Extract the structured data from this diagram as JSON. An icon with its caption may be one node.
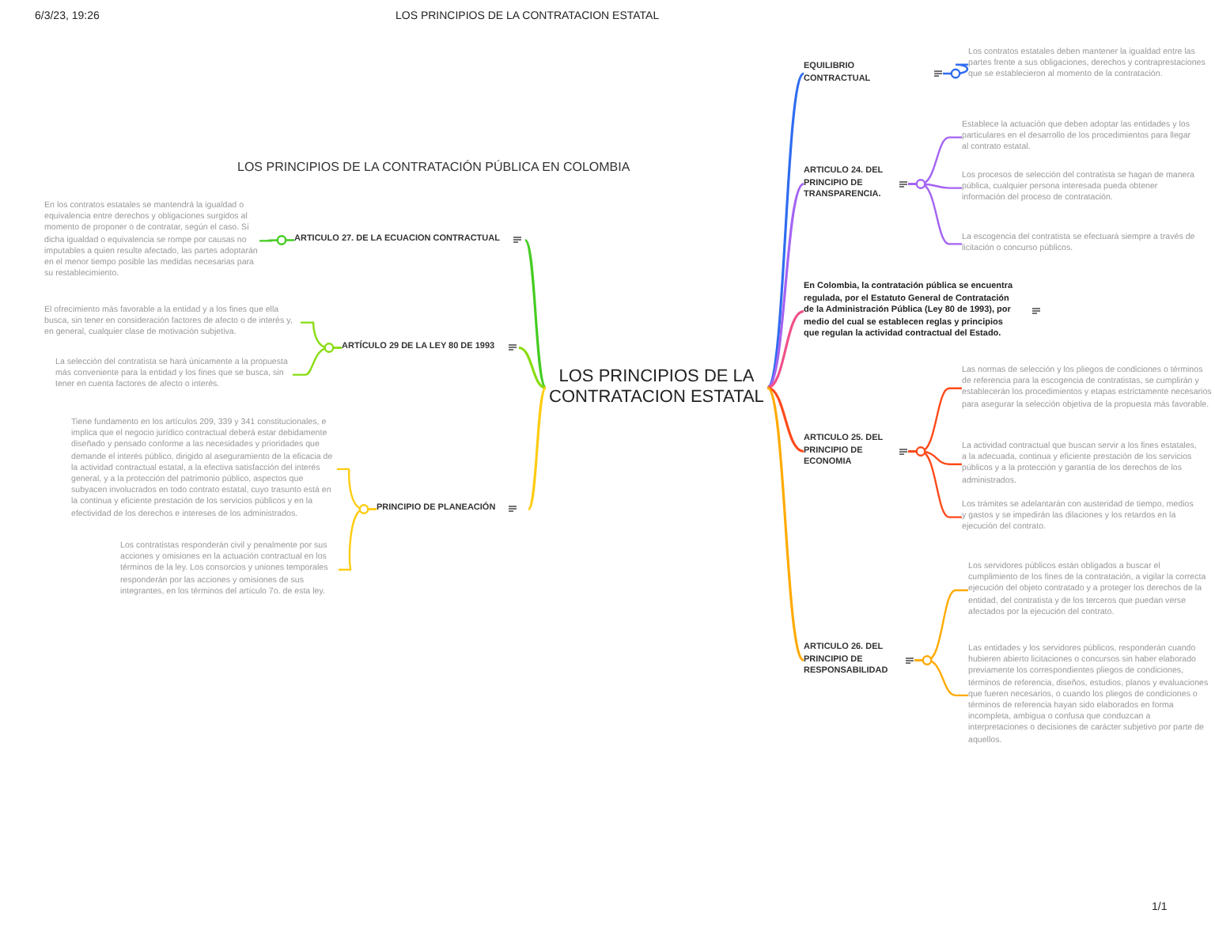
{
  "diagram": {
    "nodes": [
      {
        "text": [
          "LOS PRINCIPIOS DE LA CONTRATACION ESTATAL"
        ]
      },
      {
        "text": [
          "EQUILIBRIO CONTRACTUAL"
        ]
      },
      {
        "text": [
          "Los contratos estatales deben mantener la igualdad entre las partes frente a sus obligaciones, derechos y contraprestaciones que se establecieron al momento de la contratación."
        ]
      },
      {
        "text": [
          "ARTICULO 24. DEL PRINCIPIO DE TRANSPARENCIA."
        ]
      },
      {
        "text": [
          "Establece la actuación que deben adoptar las entidades y los particulares en el desarrollo de los procedimientos para llegar al contrato estatal."
        ]
      },
      {
        "text": [
          "Los procesos de selección del contratista se hagan de manera pública, cualquier persona interesada pueda obtener información del proceso de contratación."
        ]
      },
      {
        "text": [
          "La escogencia del contratista se efectuará siempre a través de licitación o concurso públicos."
        ]
      },
      {
        "text": [
          "En Colombia, la contratación pública se encuentra regulada, por el Estatuto General de Contratación de la Administración Pública (Ley 80 de 1993), por medio del cual se establecen reglas y principios que regulan la actividad contractual del Estado."
        ]
      },
      {
        "text": [
          "ARTICULO 25. DEL PRINCIPIO DE ECONOMIA"
        ]
      },
      {
        "text": [
          "Las normas de selección y los pliegos de condiciones o términos de referencia para la escogencia de contratistas, se cumplirán y establecerán los procedimientos y etapas estrictamente necesarios para asegurar la selección objetiva de la propuesta más favorable."
        ]
      },
      {
        "text": [
          "La actividad contractual que buscan servir a los fines estatales, a la adecuada, continua y eficiente prestación de los servicios públicos y a la protección y garantía de los derechos de los administrados."
        ]
      },
      {
        "text": [
          "Los trámites se adelantarán con austeridad de tiempo, medios y gastos y se impedirán las dilaciones y los retardos en la ejecución del contrato."
        ]
      },
      {
        "text": [
          "ARTICULO 26. DEL PRINCIPIO DE RESPONSABILIDAD"
        ]
      },
      {
        "text": [
          "Los servidores públicos están obligados a buscar el cumplimiento de los fines de la contratación, a vigilar la correcta ejecución del objeto contratado y a proteger los derechos de la entidad, del contratista y de los terceros que puedan verse afectados por la ejecución del contrato."
        ]
      },
      {
        "text": [
          "Las entidades y los servidores públicos, responderán cuando hubieren abierto licitaciones o concursos sin haber elaborado previamente los correspondientes pliegos de condiciones, términos de referencia, diseños, estudios, planos y evaluaciones que fueren necesarios, o cuando los pliegos de condiciones o términos de referencia hayan sido elaborados en forma incompleta, ambigua o confusa que conduzcan a interpretaciones o decisiones de carácter subjetivo por parte de aquellos."
        ]
      },
      {
        "text": [
          "ARTICULO 27. DE LA ECUACION CONTRACTUAL"
        ]
      },
      {
        "text": [
          "En los contratos estatales se mantendrá la igualdad o equivalencia entre derechos y obligaciones surgidos al momento de proponer o de contratar, según el caso. Si dicha igualdad o equivalencia se rompe por causas no imputables a quien resulte afectado, las partes adoptarán en el menor tiempo posible las medidas necesarias para su restablecimiento."
        ]
      },
      {
        "text": [
          "ARTÍCULO 29 DE LA LEY 80 DE 1993"
        ]
      },
      {
        "text": [
          "El ofrecimiento más favorable a la entidad y a los fines que ella busca, sin tener en consideración factores de afecto o de interés y, en general, cualquier clase de motivación subjetiva."
        ]
      },
      {
        "text": [
          "La selección del contratista se hará únicamente a la propuesta más conveniente para la entidad y los fines que se busca, sin tener en cuenta factores de afecto o interés."
        ]
      },
      {
        "text": [
          "PRINCIPIO DE PLANEACIÓN"
        ]
      },
      {
        "text": [
          "Tiene fundamento en los artículos 209, 339 y 341 constitucionales, e implica que el negocio jurídico contractual deberá estar debidamente diseñado y pensado conforme a las necesidades y prioridades que demande el interés público, dirigido al aseguramiento de la eficacia de la actividad contractual estatal, a la efectiva satisfacción del interés general, y a la protección del patrimonio público, aspectos que subyacen involucrados en todo contrato estatal, cuyo trasunto está en la continua y eficiente prestación de los servicios públicos y en la efectividad de los derechos e intereses de los administrados."
        ]
      },
      {
        "text": [
          "Los contratistas responderán civil y penalmente por sus acciones y omisiones en la actuación contractual en los términos de la ley. Los consorcios y uniones temporales responderán por las acciones y omisiones de sus integrantes, en los términos del artículo 7o. de esta ley."
        ]
      }
    ],
    "edges": [
      {
        "from": 0,
        "to": 1,
        "arrow": "none",
        "color": "#2f6cf0"
      },
      {
        "from": 1,
        "to": 2,
        "arrow": "none",
        "color": "#2f6cf0"
      },
      {
        "from": 0,
        "to": 3,
        "arrow": "none",
        "color": "#a463f2"
      },
      {
        "from": 3,
        "to": 4,
        "arrow": "none",
        "color": "#a463f2"
      },
      {
        "from": 3,
        "to": 5,
        "arrow": "none",
        "color": "#a463f2"
      },
      {
        "from": 3,
        "to": 6,
        "arrow": "none",
        "color": "#a463f2"
      },
      {
        "from": 0,
        "to": 7,
        "arrow": "none",
        "color": "#f0508a"
      },
      {
        "from": 0,
        "to": 8,
        "arrow": "none",
        "color": "#ff4a1a"
      },
      {
        "from": 8,
        "to": 9,
        "arrow": "none",
        "color": "#ff4a1a"
      },
      {
        "from": 8,
        "to": 10,
        "arrow": "none",
        "color": "#ff4a1a"
      },
      {
        "from": 8,
        "to": 11,
        "arrow": "none",
        "color": "#ff4a1a"
      },
      {
        "from": 0,
        "to": 12,
        "arrow": "none",
        "color": "#ffaa00"
      },
      {
        "from": 12,
        "to": 13,
        "arrow": "none",
        "color": "#ffaa00"
      },
      {
        "from": 12,
        "to": 14,
        "arrow": "none",
        "color": "#ffaa00"
      },
      {
        "from": 0,
        "to": 15,
        "arrow": "none",
        "color": "#44cc22"
      },
      {
        "from": 15,
        "to": 16,
        "arrow": "none",
        "color": "#44cc22"
      },
      {
        "from": 0,
        "to": 17,
        "arrow": "none",
        "color": "#88dd11"
      },
      {
        "from": 17,
        "to": 18,
        "arrow": "none",
        "color": "#88dd11"
      },
      {
        "from": 17,
        "to": 19,
        "arrow": "none",
        "color": "#88dd11"
      },
      {
        "from": 0,
        "to": 20,
        "arrow": "none",
        "color": "#ffcc11"
      },
      {
        "from": 20,
        "to": 21,
        "arrow": "none",
        "color": "#ffcc11"
      },
      {
        "from": 20,
        "to": 22,
        "arrow": "none",
        "color": "#ffcc11"
      }
    ],
    "labels": [
      "6/3/23, 19:26",
      "LOS PRINCIPIOS DE LA CONTRATACION ESTATAL",
      "LOS PRINCIPIOS DE LA CONTRATACIÓN PÚBLICA EN COLOMBIA",
      "1/1"
    ]
  }
}
